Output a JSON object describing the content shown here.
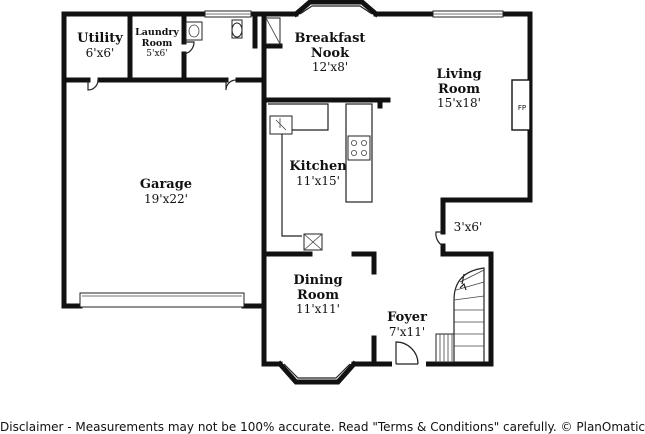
{
  "rooms": {
    "utility": {
      "name": "Utility",
      "dim": "6'x6'"
    },
    "laundry": {
      "name_line1": "Laundry",
      "name_line2": "Room",
      "dim": "5'x6'"
    },
    "breakfast": {
      "name_line1": "Breakfast",
      "name_line2": "Nook",
      "dim": "12'x8'"
    },
    "living": {
      "name_line1": "Living",
      "name_line2": "Room",
      "dim": "15'x18'"
    },
    "kitchen": {
      "name": "Kitchen",
      "dim": "11'x15'"
    },
    "garage": {
      "name": "Garage",
      "dim": "19'x22'"
    },
    "closet": {
      "dim": "3'x6'"
    },
    "dining": {
      "name_line1": "Dining",
      "name_line2": "Room",
      "dim": "11'x11'"
    },
    "foyer": {
      "name": "Foyer",
      "dim": "7'x11'"
    }
  },
  "fireplace_label": "FP",
  "disclaimer": "Disclaimer - Measurements may not be 100% accurate. Read \"Terms & Conditions\" carefully. © PlanOmatic"
}
